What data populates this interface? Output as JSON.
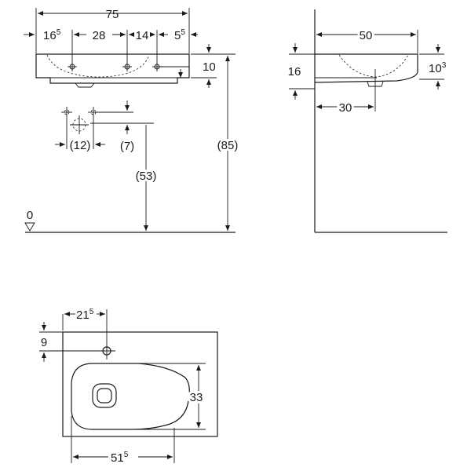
{
  "front_view": {
    "overall_width": "75",
    "seg1_main": "16",
    "seg1_sup": "5",
    "seg2": "28",
    "seg3": "14",
    "seg4_main": "5",
    "seg4_sup": "5",
    "rim_height": "10",
    "tap_spacing": "(12)",
    "tap_offset": "(7)",
    "supply_height": "(53)",
    "total_height": "(85)",
    "floor_level": "0"
  },
  "side_view": {
    "depth": "50",
    "height": "16",
    "rim_main": "10",
    "rim_sup": "3",
    "drain_offset": "30"
  },
  "top_view": {
    "tap_from_left_main": "21",
    "tap_from_left_sup": "5",
    "tap_from_back": "9",
    "bowl_depth": "33",
    "bowl_width_main": "51",
    "bowl_width_sup": "5"
  }
}
